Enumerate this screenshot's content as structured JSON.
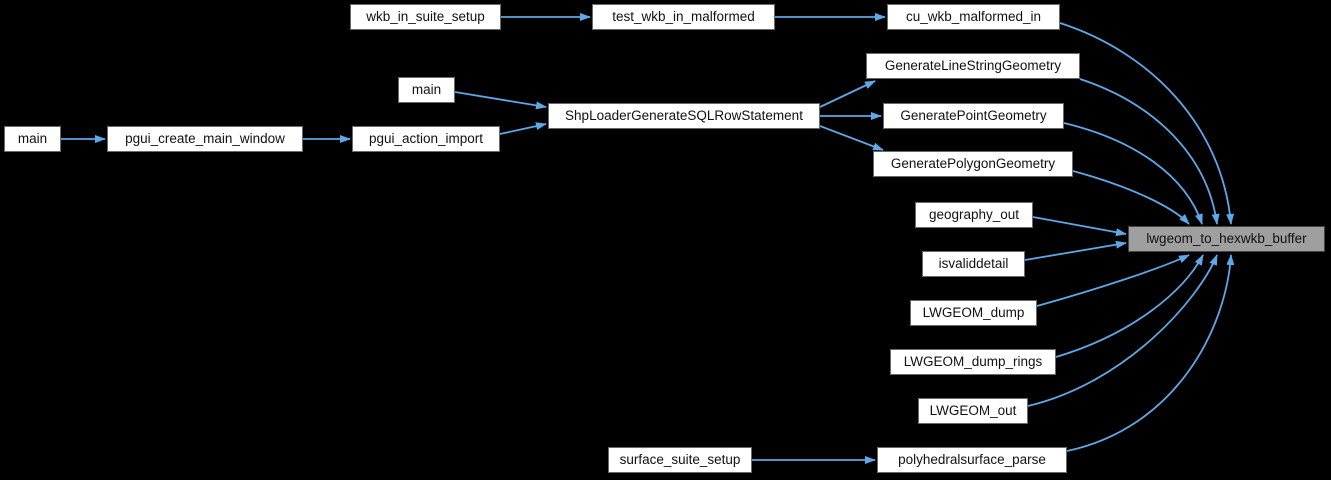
{
  "diagram": {
    "kind": "caller-graph",
    "focus_function": "lwgeom_to_hexwkb_buffer",
    "colors": {
      "background": "#000000",
      "node_fill": "#ffffff",
      "node_border": "#696969",
      "focus_node_fill": "#9f9f9f",
      "focus_node_border": "#444444",
      "edge": "#5ca8e8",
      "text": "#111111"
    },
    "nodes": [
      {
        "id": "main-entry",
        "label": "main",
        "focus": false
      },
      {
        "id": "pgui_create_main_window",
        "label": "pgui_create_main_window",
        "focus": false
      },
      {
        "id": "pgui_action_import",
        "label": "pgui_action_import",
        "focus": false
      },
      {
        "id": "main-gui",
        "label": "main",
        "focus": false
      },
      {
        "id": "wkb_in_suite_setup",
        "label": "wkb_in_suite_setup",
        "focus": false
      },
      {
        "id": "test_wkb_in_malformed",
        "label": "test_wkb_in_malformed",
        "focus": false
      },
      {
        "id": "cu_wkb_malformed_in",
        "label": "cu_wkb_malformed_in",
        "focus": false
      },
      {
        "id": "ShpLoaderGenerateSQLRowStatement",
        "label": "ShpLoaderGenerateSQLRowStatement",
        "focus": false
      },
      {
        "id": "GenerateLineStringGeometry",
        "label": "GenerateLineStringGeometry",
        "focus": false
      },
      {
        "id": "GeneratePointGeometry",
        "label": "GeneratePointGeometry",
        "focus": false
      },
      {
        "id": "GeneratePolygonGeometry",
        "label": "GeneratePolygonGeometry",
        "focus": false
      },
      {
        "id": "geography_out",
        "label": "geography_out",
        "focus": false
      },
      {
        "id": "isvaliddetail",
        "label": "isvaliddetail",
        "focus": false
      },
      {
        "id": "LWGEOM_dump",
        "label": "LWGEOM_dump",
        "focus": false
      },
      {
        "id": "LWGEOM_dump_rings",
        "label": "LWGEOM_dump_rings",
        "focus": false
      },
      {
        "id": "LWGEOM_out",
        "label": "LWGEOM_out",
        "focus": false
      },
      {
        "id": "surface_suite_setup",
        "label": "surface_suite_setup",
        "focus": false
      },
      {
        "id": "polyhedralsurface_parse",
        "label": "polyhedralsurface_parse",
        "focus": false
      },
      {
        "id": "lwgeom_to_hexwkb_buffer",
        "label": "lwgeom_to_hexwkb_buffer",
        "focus": true
      }
    ],
    "edges": [
      {
        "from": "main-entry",
        "to": "pgui_create_main_window"
      },
      {
        "from": "pgui_create_main_window",
        "to": "pgui_action_import"
      },
      {
        "from": "main-gui",
        "to": "ShpLoaderGenerateSQLRowStatement"
      },
      {
        "from": "pgui_action_import",
        "to": "ShpLoaderGenerateSQLRowStatement"
      },
      {
        "from": "wkb_in_suite_setup",
        "to": "test_wkb_in_malformed"
      },
      {
        "from": "test_wkb_in_malformed",
        "to": "cu_wkb_malformed_in"
      },
      {
        "from": "ShpLoaderGenerateSQLRowStatement",
        "to": "GenerateLineStringGeometry"
      },
      {
        "from": "ShpLoaderGenerateSQLRowStatement",
        "to": "GeneratePointGeometry"
      },
      {
        "from": "ShpLoaderGenerateSQLRowStatement",
        "to": "GeneratePolygonGeometry"
      },
      {
        "from": "cu_wkb_malformed_in",
        "to": "lwgeom_to_hexwkb_buffer"
      },
      {
        "from": "GenerateLineStringGeometry",
        "to": "lwgeom_to_hexwkb_buffer"
      },
      {
        "from": "GeneratePointGeometry",
        "to": "lwgeom_to_hexwkb_buffer"
      },
      {
        "from": "GeneratePolygonGeometry",
        "to": "lwgeom_to_hexwkb_buffer"
      },
      {
        "from": "geography_out",
        "to": "lwgeom_to_hexwkb_buffer"
      },
      {
        "from": "isvaliddetail",
        "to": "lwgeom_to_hexwkb_buffer"
      },
      {
        "from": "LWGEOM_dump",
        "to": "lwgeom_to_hexwkb_buffer"
      },
      {
        "from": "LWGEOM_dump_rings",
        "to": "lwgeom_to_hexwkb_buffer"
      },
      {
        "from": "LWGEOM_out",
        "to": "lwgeom_to_hexwkb_buffer"
      },
      {
        "from": "polyhedralsurface_parse",
        "to": "lwgeom_to_hexwkb_buffer"
      },
      {
        "from": "surface_suite_setup",
        "to": "polyhedralsurface_parse"
      }
    ]
  }
}
